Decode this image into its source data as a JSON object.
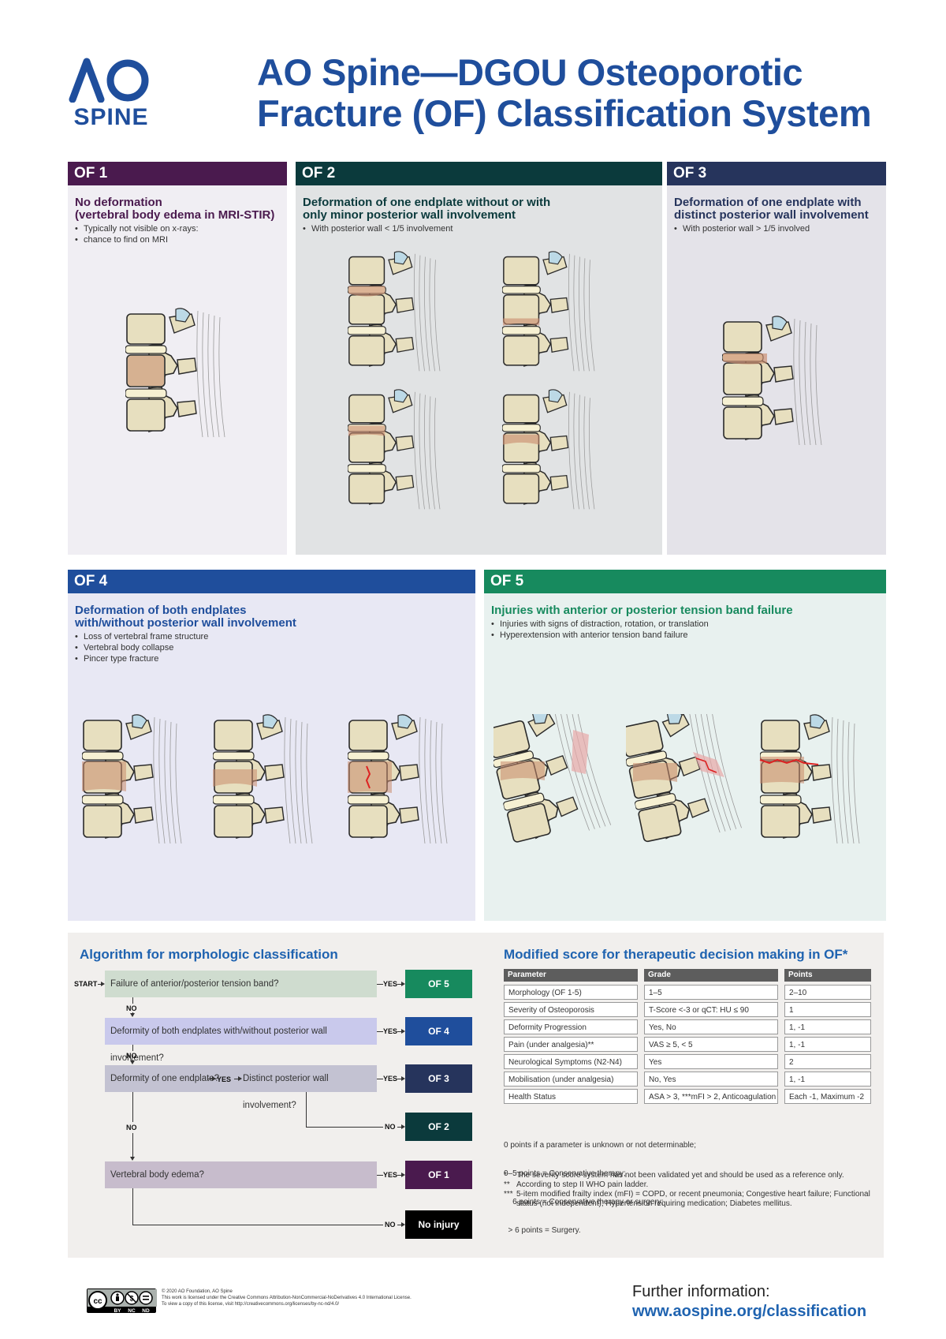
{
  "header": {
    "logo_spine": "SPINE",
    "title_line1": "AO Spine—DGOU Osteoporotic",
    "title_line2": "Fracture (OF) Classification System"
  },
  "colors": {
    "brand_blue": "#1f4e9c",
    "of1": "#4a1a4e",
    "of2": "#0b3a3c",
    "of3": "#26345c",
    "of4": "#1f4e9c",
    "of5": "#178a5e",
    "no_injury": "#000000"
  },
  "panels": {
    "of1": {
      "label": "OF 1",
      "title_line1": "No deformation",
      "title_line2": "(vertebral body edema in MRI-STIR)",
      "bullets": [
        "Typically not visible on x-rays:",
        "chance to find on MRI"
      ]
    },
    "of2": {
      "label": "OF 2",
      "title_line1": "Deformation of one endplate without or with",
      "title_line2": "only minor posterior wall involvement",
      "bullets": [
        "With posterior wall < 1/5 involvement"
      ]
    },
    "of3": {
      "label": "OF 3",
      "title_line1": "Deformation of one endplate with",
      "title_line2": "distinct posterior wall involvement",
      "bullets": [
        "With posterior wall > 1/5 involved"
      ]
    },
    "of4": {
      "label": "OF 4",
      "title_line1": "Deformation of both endplates",
      "title_line2": "with/without posterior wall involvement",
      "bullets": [
        "Loss of vertebral frame structure",
        "Vertebral body collapse",
        "Pincer type fracture"
      ]
    },
    "of5": {
      "label": "OF 5",
      "title_line1": "Injuries with anterior or posterior tension band failure",
      "bullets": [
        "Injuries with signs of distraction, rotation, or translation",
        "Hyperextension with anterior tension band failure"
      ]
    }
  },
  "algorithm": {
    "title": "Algorithm for morphologic classification",
    "start": "START",
    "yes": "YES",
    "no": "NO",
    "q1": "Failure of anterior/posterior tension band?",
    "q2": "Deformity of both endplates with/without posterior wall involvement?",
    "q3a": "Deformity of one endplate?",
    "q3b": "Distinct posterior wall involvement?",
    "q4": "Vertebral body edema?",
    "r_of5": "OF 5",
    "r_of4": "OF 4",
    "r_of3": "OF 3",
    "r_of2": "OF 2",
    "r_of1": "OF 1",
    "r_none": "No injury"
  },
  "score": {
    "title": "Modified score for therapeutic decision making in OF*",
    "headers": [
      "Parameter",
      "Grade",
      "Points"
    ],
    "rows": [
      [
        "Morphology (OF 1-5)",
        "1–5",
        "2–10"
      ],
      [
        "Severity of Osteoporosis",
        "T-Score <-3 or qCT: HU ≤ 90",
        "1"
      ],
      [
        "Deformity Progression",
        "Yes, No",
        "1, -1"
      ],
      [
        "Pain (under analgesia)**",
        "VAS ≥ 5, < 5",
        "1, -1"
      ],
      [
        "Neurological Symptoms (N2-N4)",
        "Yes",
        "2"
      ],
      [
        "Mobilisation (under analgesia)",
        "No, Yes",
        "1, -1"
      ],
      [
        "Health Status",
        "ASA > 3, ***mFI > 2, Anticoagulation",
        "Each -1, Maximum -2"
      ]
    ],
    "notes": [
      "0 points if a parameter is unknown or not determinable;",
      "0–5 points = Conservative therapy;",
      "    6 points = Conservative therapy or surgery;",
      "  > 6 points = Surgery."
    ],
    "footnotes": [
      {
        "mark": "*",
        "text": "The severity score system has not been validated yet and should be used as a reference only."
      },
      {
        "mark": "**",
        "text": "According to step II WHO pain ladder."
      },
      {
        "mark": "***",
        "text": "5-item modified frailty index (mFI) = COPD, or recent pneumonia; Congestive heart failure; Functional status (not independent); Hypertension requiring medication; Diabetes mellitus."
      }
    ]
  },
  "footer": {
    "cc_labels": [
      "BY",
      "NC",
      "ND"
    ],
    "license_lines": [
      "© 2020 AO Foundation, AO Spine",
      "This work is licensed under the Creative Commons Attribution-NonCommercial-NoDerivatives 4.0 International License.",
      "To view a copy of this license, visit http://creativecommons.org/licenses/by-nc-nd/4.0/"
    ],
    "further": "Further information:",
    "url": "www.aospine.org/classification"
  }
}
